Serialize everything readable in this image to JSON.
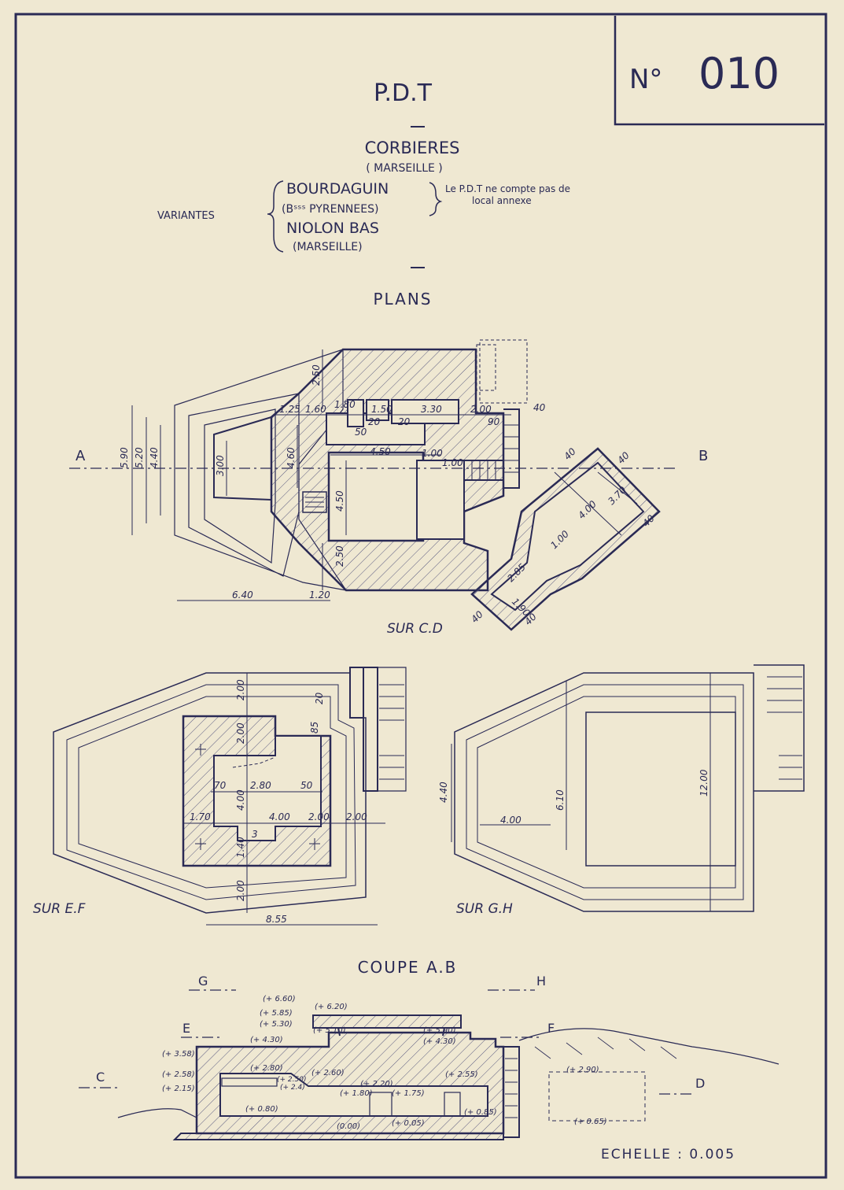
{
  "sheet": {
    "number_prefix": "N°",
    "number": "010",
    "title": "P.D.T",
    "site": "CORBIERES",
    "site_region": "( MARSEILLE )",
    "variants_label": "VARIANTES",
    "variant1": "BOURDAGUIN",
    "variant1_region": "(Bˢˢˢ PYRENNEES)",
    "variant2": "NIOLON BAS",
    "variant2_region": "(MARSEILLE)",
    "note_line1": "Le P.D.T ne compte pas de",
    "note_line2": "local annexe",
    "scale": "ECHELLE : 0.005"
  },
  "plans": {
    "heading": "PLANS",
    "label_cd": "SUR C.D",
    "label_ef": "SUR E.F",
    "label_gh": "SUR G.H",
    "section_a": "A",
    "section_b": "B"
  },
  "dims_cd": {
    "d590": "5.90",
    "d520": "5.20",
    "d440": "4.40",
    "d300": "3.00",
    "d460": "4.60",
    "d250a": "2.50",
    "d250b": "2.50",
    "d125": "1.25",
    "d160": "1.60",
    "d180": "1.80",
    "d150": "1.50",
    "d330": "3.30",
    "d200": "2.00",
    "d90": "90",
    "d40a": "40",
    "d50": "50",
    "d20a": "20",
    "d20b": "20",
    "d450a": "4.50",
    "d450b": "4.50",
    "d100a": "1.00",
    "d100b": "1.00",
    "d640": "6.40",
    "d120": "1.20",
    "d400": "4.00",
    "d370": "3.70",
    "d100c": "1.00",
    "d285": "2.85",
    "d190": "1.90",
    "d40b": "40",
    "d40c": "40",
    "d40d": "40",
    "d40e": "40",
    "d40f": "40"
  },
  "dims_ef": {
    "d200a": "2.00",
    "d200b": "2.00",
    "d85": "85",
    "d20": "20",
    "d70": "70",
    "d280": "2.80",
    "d50": "50",
    "d170": "1.70",
    "d400a": "4.00",
    "d400b": "4.00",
    "d200c": "2.00",
    "d200d": "2.00",
    "d140": "1.40",
    "d3": "3",
    "d200e": "2.00",
    "d855": "8.55"
  },
  "dims_gh": {
    "d440": "4.40",
    "d610": "6.10",
    "d400": "4.00",
    "d1200": "12.00"
  },
  "section": {
    "heading": "COUPE A.B",
    "g": "G",
    "h": "H",
    "e": "E",
    "f": "F",
    "c": "C",
    "d": "D",
    "l660": "(+ 6.60)",
    "l620": "(+ 6.20)",
    "l585": "(+ 5.85)",
    "l530": "(+ 5.30)",
    "l510": "(+ 5.10)",
    "l590": "(+ 5.90)",
    "l430a": "(+ 4.30)",
    "l430b": "(+ 4.30)",
    "l358": "(+ 3.58)",
    "l280": "(+ 2.80)",
    "l260": "(+ 2.60)",
    "l258": "(+ 2.58)",
    "l250": "(+ 2.50)",
    "l240": "(+ 2.4)",
    "l215": "(+ 2.15)",
    "l220": "(+ 2.20)",
    "l255": "(+ 2.55)",
    "l290": "(+ 2.90)",
    "l180": "(+ 1.80)",
    "l175": "(+ 1.75)",
    "l080": "(+ 0.80)",
    "l085": "(+ 0.85)",
    "l000": "(0.00)",
    "l005": "(+ 0.05)",
    "l065": "(+ 0.65)"
  },
  "colors": {
    "paper": "#efe8d2",
    "ink": "#2a2a55",
    "hatch": "#5a5a80"
  }
}
